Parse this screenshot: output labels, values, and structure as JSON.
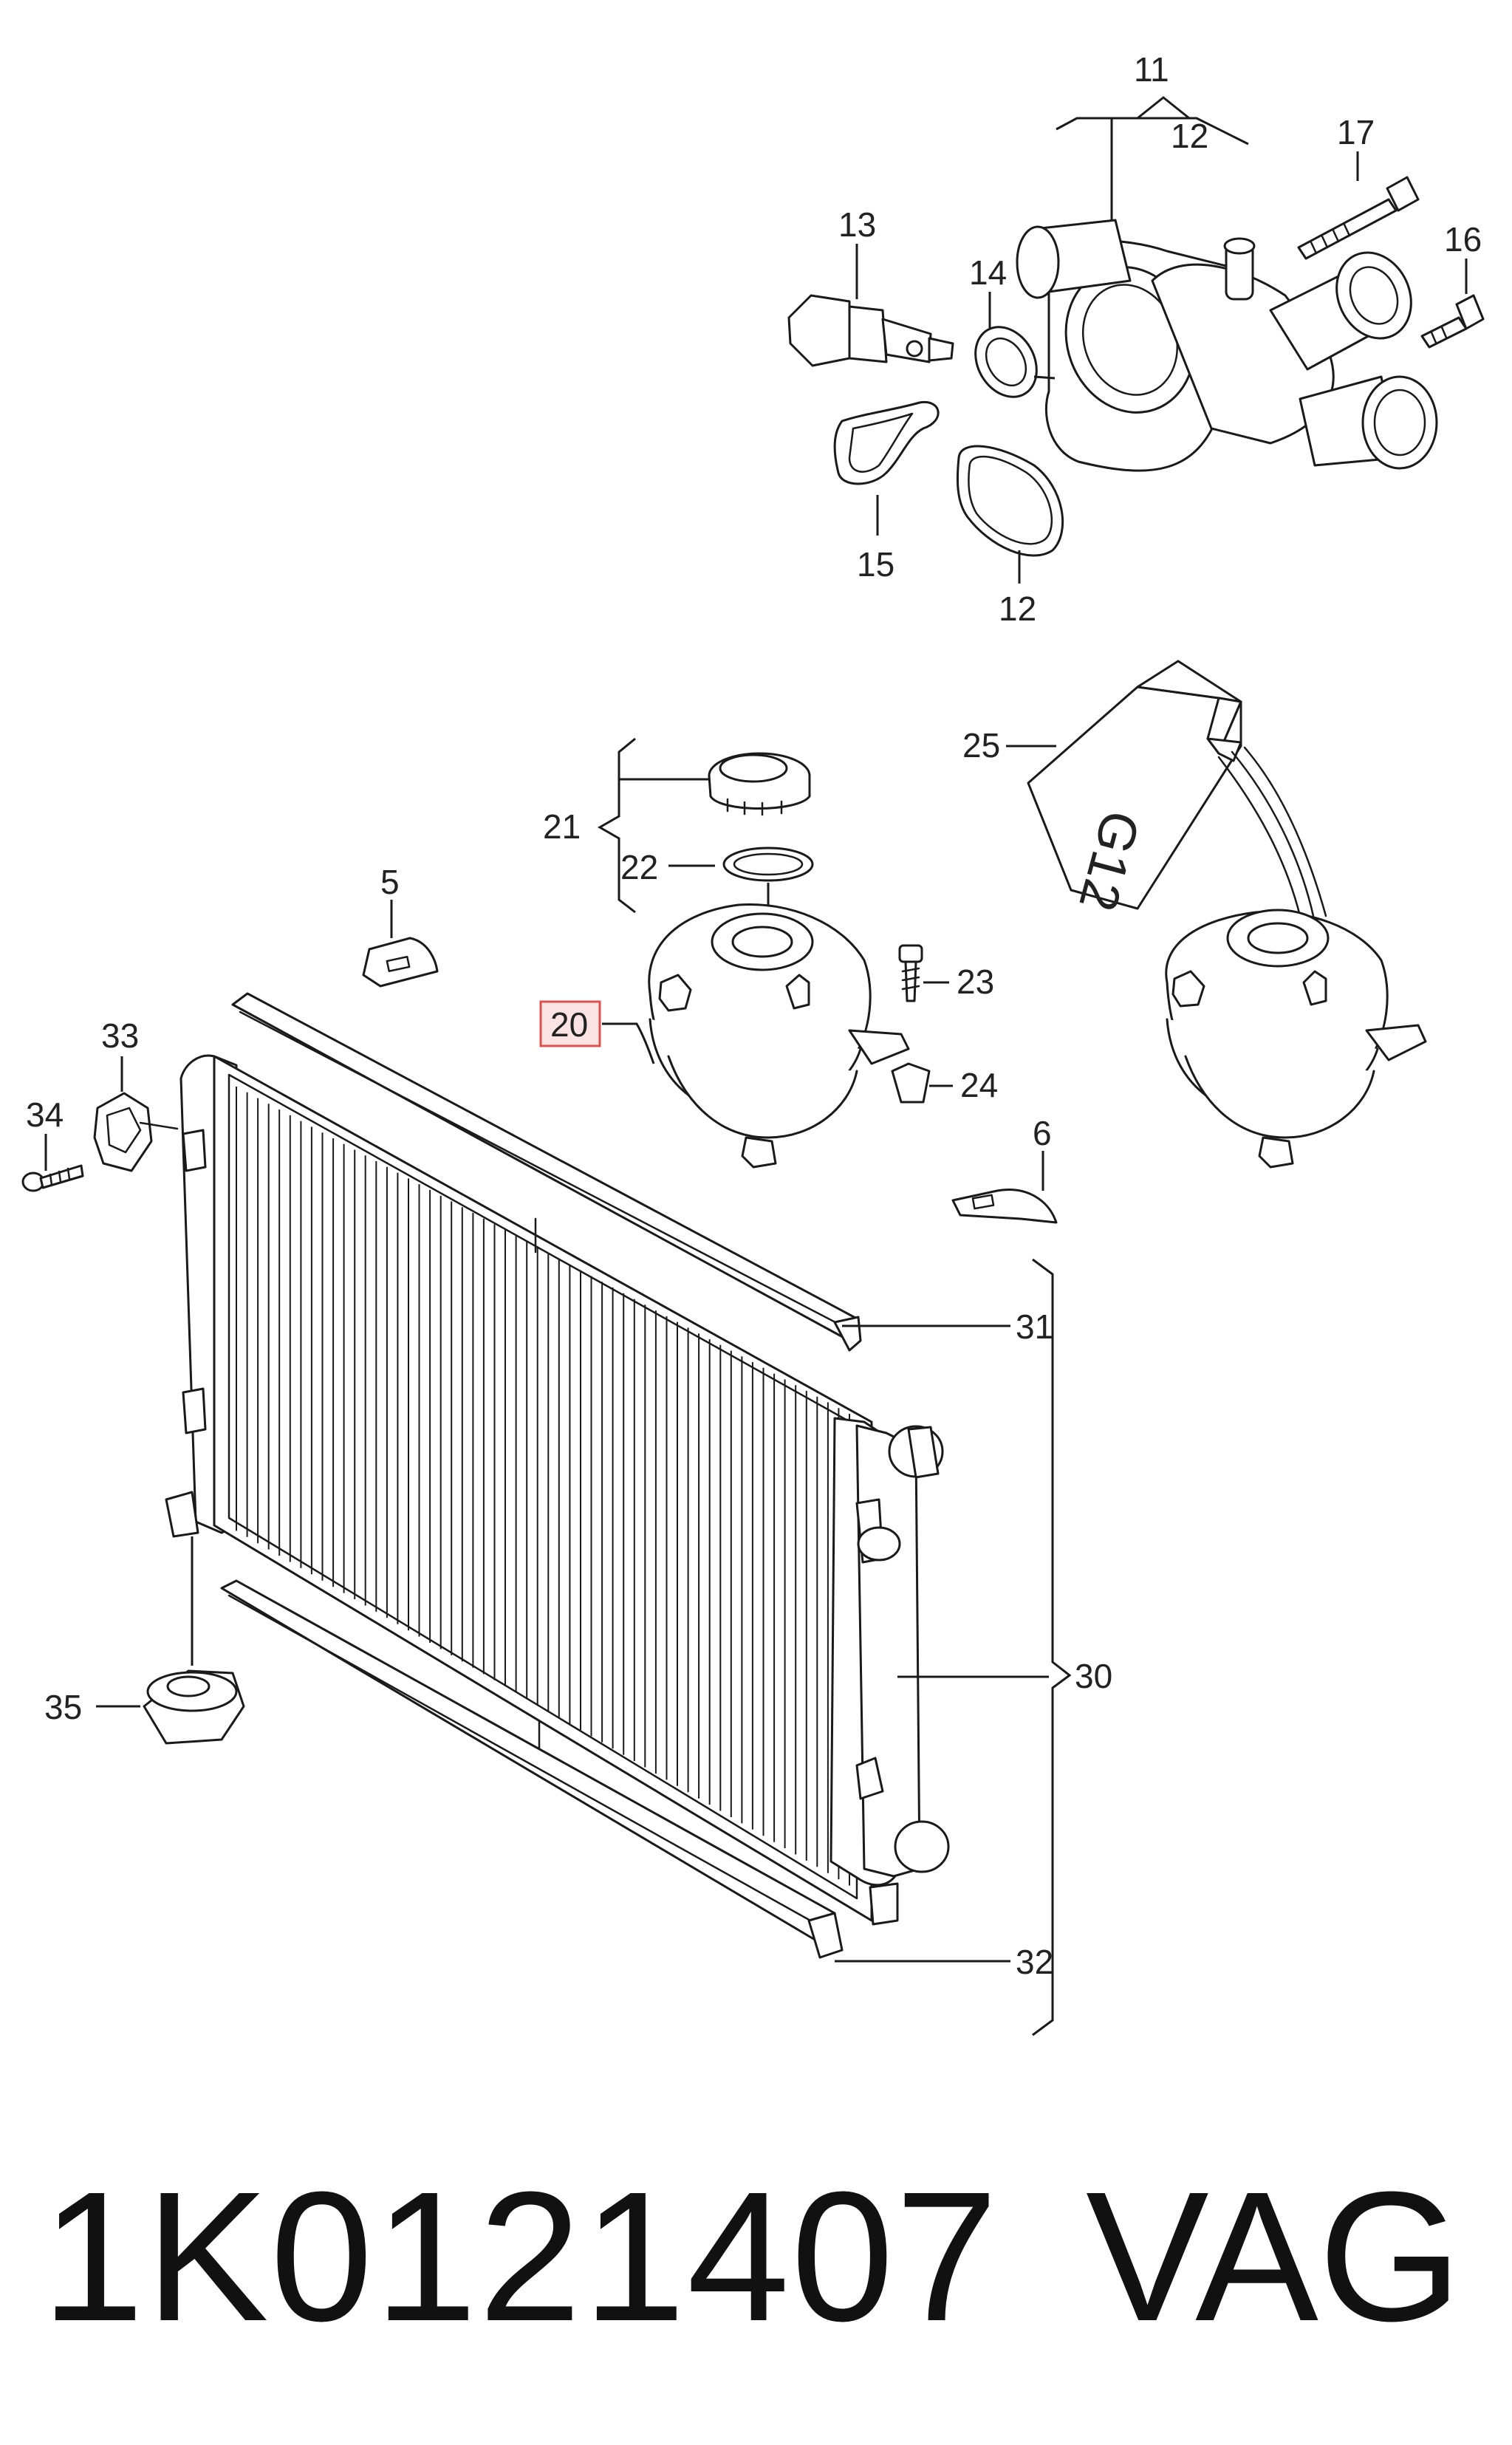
{
  "callouts": {
    "c11": "11",
    "c12a": "12",
    "c17": "17",
    "c13": "13",
    "c14": "14",
    "c16": "16",
    "c15": "15",
    "c12b": "12",
    "c25": "25",
    "c21": "21",
    "c22": "22",
    "c5": "5",
    "c23": "23",
    "c20": "20",
    "c33": "33",
    "c24": "24",
    "c34": "34",
    "c6": "6",
    "c31": "31",
    "c30": "30",
    "c35": "35",
    "c32": "32"
  },
  "coolant_bottle_marking": "G12",
  "highlight": {
    "callout": "20",
    "fill": "#fbe3e3",
    "stroke": "#d9534f"
  },
  "footer": {
    "part_number": "1K0121407",
    "brand": "VAG"
  }
}
